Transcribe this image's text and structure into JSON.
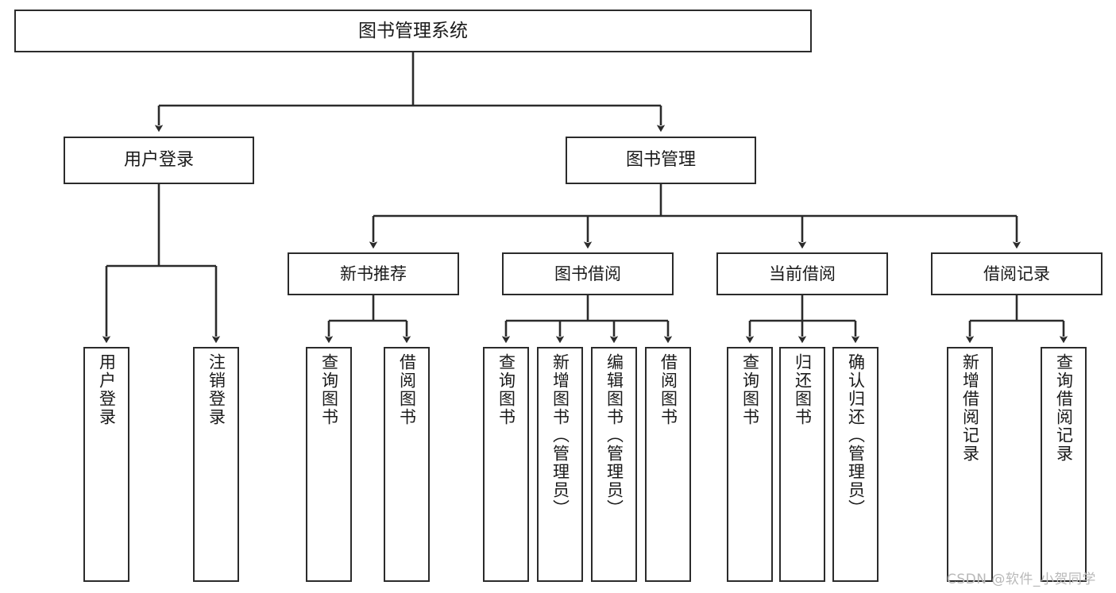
{
  "diagram": {
    "title": "图书管理系统",
    "type": "tree-hierarchy-chart",
    "orientation": "top-down",
    "colors": {
      "background": "#ffffff",
      "box_border": "#2b2b2b",
      "box_fill": "#ffffff",
      "edge": "#2b2b2b",
      "text": "#1a1a1a",
      "watermark": "#b9b9b9"
    }
  },
  "root": {
    "label": "图书管理系统"
  },
  "level1": [
    {
      "label": "用户登录"
    },
    {
      "label": "图书管理"
    }
  ],
  "level2": [
    {
      "label": "新书推荐"
    },
    {
      "label": "图书借阅"
    },
    {
      "label": "当前借阅"
    },
    {
      "label": "借阅记录"
    }
  ],
  "leaves": {
    "user_login": [
      {
        "label": "用户登录"
      },
      {
        "label": "注销登录"
      }
    ],
    "new_book_recommend": [
      {
        "label": "查询图书"
      },
      {
        "label": "借阅图书"
      }
    ],
    "book_borrow": [
      {
        "label": "查询图书"
      },
      {
        "label": "新增图书（管理员）"
      },
      {
        "label": "编辑图书（管理员）"
      },
      {
        "label": "借阅图书"
      }
    ],
    "current_borrow": [
      {
        "label": "查询图书"
      },
      {
        "label": "归还图书"
      },
      {
        "label": "确认归还（管理员）"
      }
    ],
    "borrow_record": [
      {
        "label": "新增借阅记录"
      },
      {
        "label": "查询借阅记录"
      }
    ]
  },
  "watermark": {
    "text": "CSDN @软件_小贺同学"
  }
}
